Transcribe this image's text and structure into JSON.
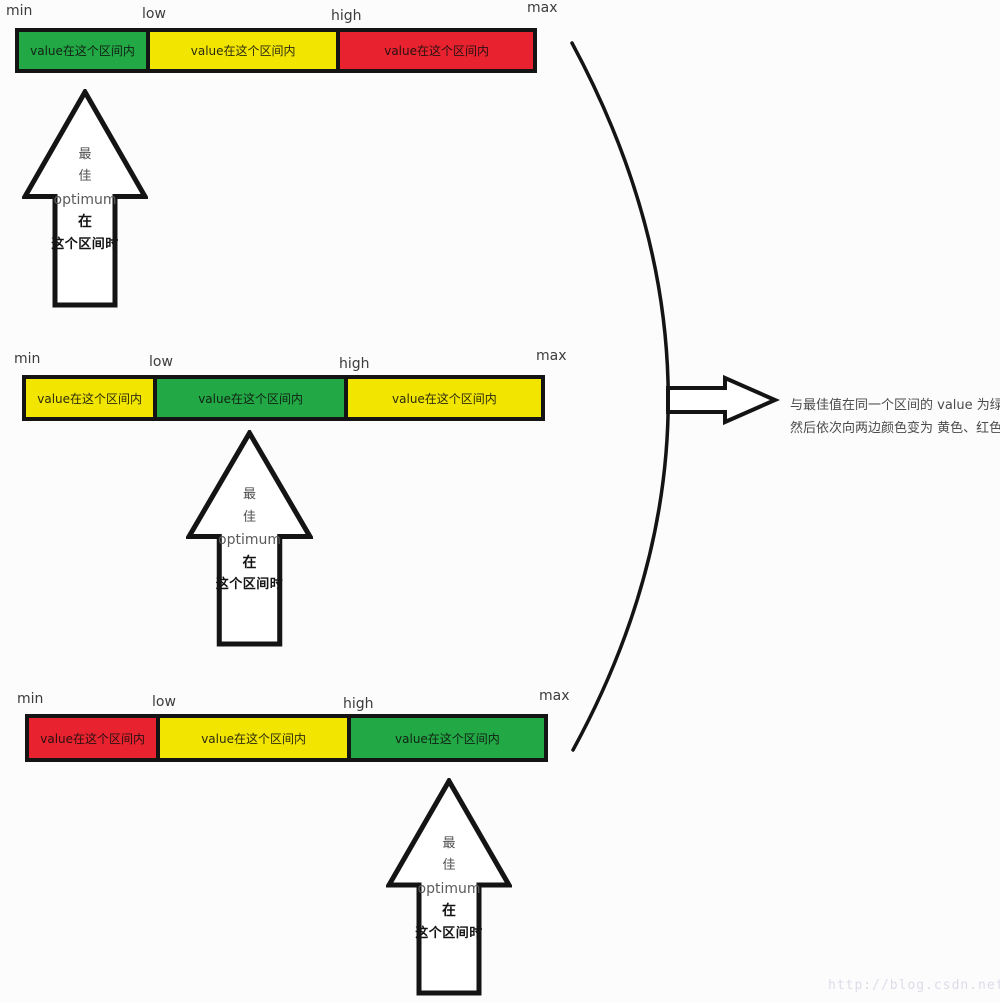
{
  "colors": {
    "green": "#22a844",
    "yellow": "#f2e600",
    "red": "#e8222e",
    "outline": "#141414"
  },
  "axis": {
    "min": "min",
    "low": "low",
    "high": "high",
    "max": "max"
  },
  "segment_label": "value在这个区间内",
  "bars": [
    {
      "segments": [
        "green",
        "yellow",
        "red"
      ]
    },
    {
      "segments": [
        "yellow",
        "green",
        "yellow"
      ]
    },
    {
      "segments": [
        "red",
        "yellow",
        "green"
      ]
    }
  ],
  "optimum_arrow": {
    "lines": [
      "最",
      "佳",
      "optimum",
      "在",
      "这个区间时"
    ]
  },
  "annotation": {
    "line1": "与最佳值在同一个区间的 value 为绿色，",
    "line2": "然后依次向两边颜色变为 黄色、红色"
  },
  "watermark": "http://blog.csdn.net/"
}
